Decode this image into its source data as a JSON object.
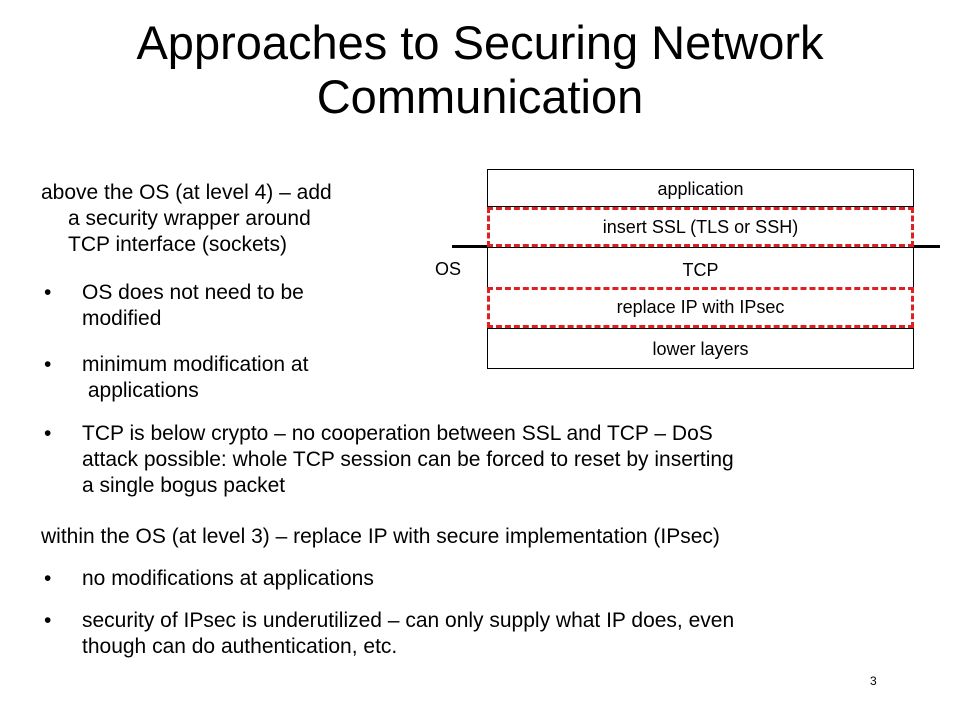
{
  "title": "Approaches to Securing Network Communication",
  "body": {
    "above_heading_lines": [
      "above the OS (at level 4) – add",
      "a security wrapper around",
      "TCP interface (sockets)"
    ],
    "above_bullets": [
      [
        "OS does not need to be",
        "modified"
      ],
      [
        "minimum modification at",
        " applications"
      ],
      [
        "TCP is below crypto – no cooperation between SSL and TCP – DoS",
        "attack possible: whole TCP session can be forced to reset by inserting",
        "a single bogus packet"
      ]
    ],
    "within_heading": "within the OS (at level 3) – replace IP with secure implementation (IPsec)",
    "within_bullets": [
      [
        "no modifications at applications"
      ],
      [
        "security of IPsec is underutilized – can only supply what IP does, even",
        "though can do authentication, etc."
      ]
    ],
    "bullet_char": "•"
  },
  "diagram": {
    "layers": [
      "application",
      "insert SSL (TLS or SSH)",
      "TCP",
      "replace IP with IPsec",
      "lower layers"
    ],
    "os_label": "OS",
    "highlight_color": "#e02020"
  },
  "page_number": "3"
}
